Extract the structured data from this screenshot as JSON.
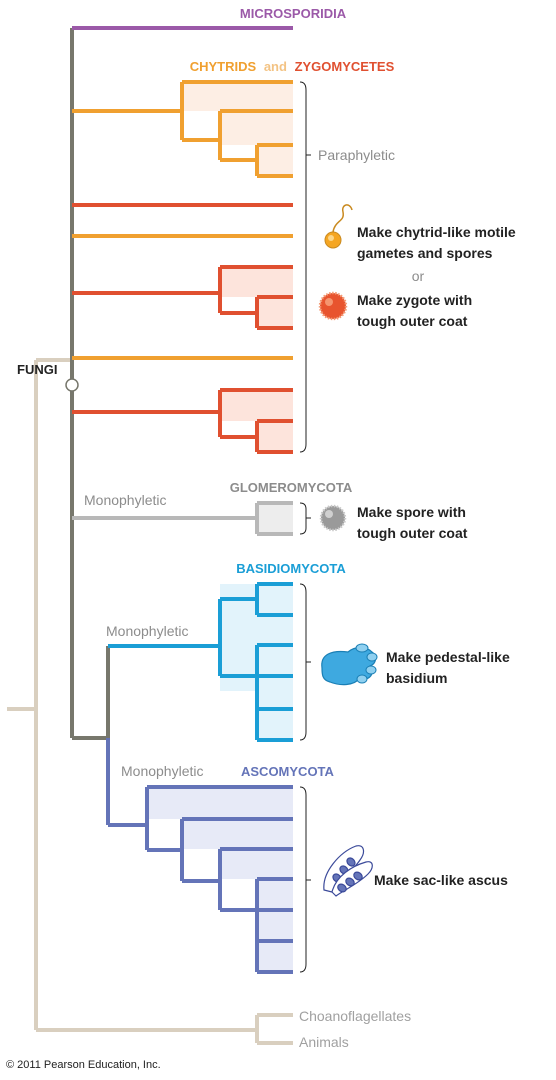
{
  "groups": {
    "microsporidia": "MICROSPORIDIA",
    "chytrids": "CHYTRIDS",
    "and": "and",
    "zygomycetes": "ZYGOMYCETES",
    "glomeromycota": "GLOMEROMYCOTA",
    "basidiomycota": "BASIDIOMYCOTA",
    "ascomycota": "ASCOMYCOTA",
    "fungi": "FUNGI",
    "choanoflagellates": "Choanoflagellates",
    "animals": "Animals"
  },
  "labels": {
    "paraphyletic": "Paraphyletic",
    "monophyletic_glomero": "Monophyletic",
    "monophyletic_basidio": "Monophyletic",
    "monophyletic_asco": "Monophyletic"
  },
  "traits": {
    "chytrid_line1": "Make chytrid-like motile",
    "chytrid_line2": "gametes and spores",
    "or": "or",
    "zygote_line1": "Make zygote with",
    "zygote_line2": "tough outer coat",
    "glomero_line1": "Make spore with",
    "glomero_line2": "tough outer coat",
    "basidio_line1": "Make pedestal-like",
    "basidio_line2": "basidium",
    "asco": "Make sac-like ascus"
  },
  "copyright": "© 2011 Pearson Education, Inc.",
  "colors": {
    "microsporidia": "#9b59a8",
    "chytrid": "#f0a030",
    "zygomycete": "#e05030",
    "glomero": "#b8b8b8",
    "basidio": "#1a9ed6",
    "asco": "#6474b8",
    "fungi_trunk": "#77776c",
    "outgroup": "#d9cfbf",
    "label_gray": "#8c8c8c"
  },
  "icons": [
    "motile-spore-icon",
    "zygote-icon",
    "glomero-spore-icon",
    "basidium-icon",
    "ascus-icon"
  ]
}
